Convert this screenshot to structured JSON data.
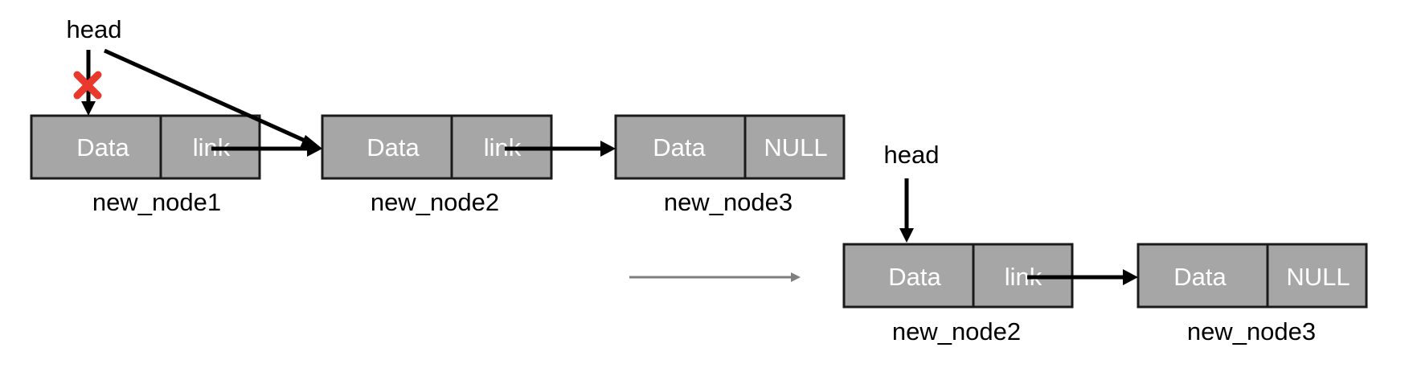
{
  "before": {
    "head_label": "head",
    "removed_mark_color": "#e8392c",
    "nodes": [
      {
        "name": "new_node1",
        "data_label": "Data",
        "link_label": "link"
      },
      {
        "name": "new_node2",
        "data_label": "Data",
        "link_label": "link"
      },
      {
        "name": "new_node3",
        "data_label": "Data",
        "link_label": "NULL"
      }
    ]
  },
  "after": {
    "head_label": "head",
    "nodes": [
      {
        "name": "new_node2",
        "data_label": "Data",
        "link_label": "link"
      },
      {
        "name": "new_node3",
        "data_label": "Data",
        "link_label": "NULL"
      }
    ]
  },
  "colors": {
    "node_fill": "#a6a6a6",
    "node_border": "#1a1a1a",
    "cell_text": "#ffffff",
    "arrow": "#000000",
    "transition_arrow": "#7f7f7f"
  }
}
